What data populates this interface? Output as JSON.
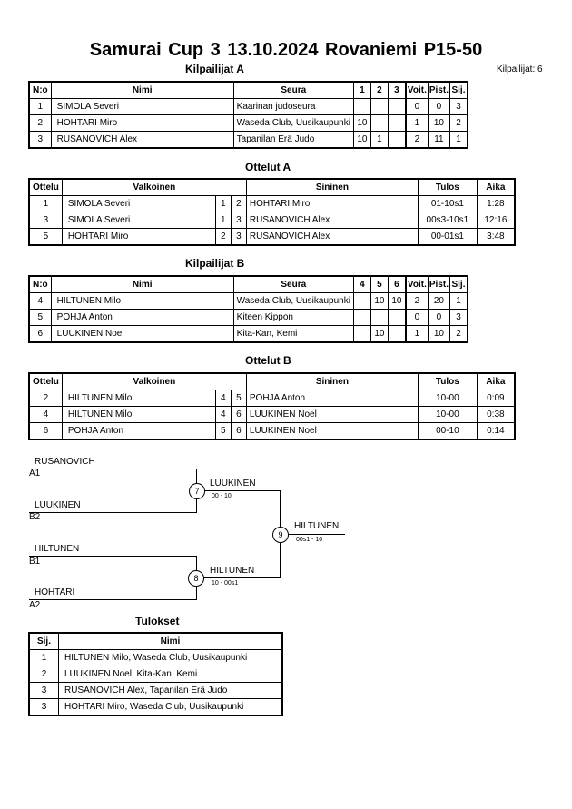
{
  "title": "Samurai Cup 3  13.10.2024  Rovaniemi   P15-50",
  "competitors_count": "Kilpailijat: 6",
  "pool_a": {
    "heading": "Kilpailijat A",
    "headers": {
      "no": "N:o",
      "name": "Nimi",
      "club": "Seura",
      "c1": "1",
      "c2": "2",
      "c3": "3",
      "wins": "Voit.",
      "points": "Pist.",
      "rank": "Sij."
    },
    "rows": [
      {
        "no": "1",
        "name": "SIMOLA Severi",
        "club": "Kaarinan judoseura",
        "s1": "",
        "s2": "",
        "s3": "",
        "wins": "0",
        "points": "0",
        "rank": "3"
      },
      {
        "no": "2",
        "name": "HOHTARI Miro",
        "club": "Waseda Club, Uusikaupunki",
        "s1": "10",
        "s2": "",
        "s3": "",
        "wins": "1",
        "points": "10",
        "rank": "2"
      },
      {
        "no": "3",
        "name": "RUSANOVICH Alex",
        "club": "Tapanilan Erä Judo",
        "s1": "10",
        "s2": "1",
        "s3": "",
        "wins": "2",
        "points": "11",
        "rank": "1"
      }
    ]
  },
  "matches_a": {
    "heading": "Ottelut A",
    "headers": {
      "match": "Ottelu",
      "white": "Valkoinen",
      "blue": "Sininen",
      "result": "Tulos",
      "time": "Aika"
    },
    "rows": [
      {
        "match": "1",
        "white": "SIMOLA Severi",
        "wn": "1",
        "bn": "2",
        "blue": "HOHTARI Miro",
        "result": "01-10s1",
        "time": "1:28"
      },
      {
        "match": "3",
        "white": "SIMOLA Severi",
        "wn": "1",
        "bn": "3",
        "blue": "RUSANOVICH Alex",
        "result": "00s3-10s1",
        "time": "12:16"
      },
      {
        "match": "5",
        "white": "HOHTARI Miro",
        "wn": "2",
        "bn": "3",
        "blue": "RUSANOVICH Alex",
        "result": "00-01s1",
        "time": "3:48"
      }
    ]
  },
  "pool_b": {
    "heading": "Kilpailijat B",
    "headers": {
      "no": "N:o",
      "name": "Nimi",
      "club": "Seura",
      "c1": "4",
      "c2": "5",
      "c3": "6",
      "wins": "Voit.",
      "points": "Pist.",
      "rank": "Sij."
    },
    "rows": [
      {
        "no": "4",
        "name": "HILTUNEN Milo",
        "club": "Waseda Club, Uusikaupunki",
        "s1": "",
        "s2": "10",
        "s3": "10",
        "wins": "2",
        "points": "20",
        "rank": "1"
      },
      {
        "no": "5",
        "name": "POHJA Anton",
        "club": "Kiteen Kippon",
        "s1": "",
        "s2": "",
        "s3": "",
        "wins": "0",
        "points": "0",
        "rank": "3"
      },
      {
        "no": "6",
        "name": "LUUKINEN Noel",
        "club": "Kita-Kan, Kemi",
        "s1": "",
        "s2": "10",
        "s3": "",
        "wins": "1",
        "points": "10",
        "rank": "2"
      }
    ]
  },
  "matches_b": {
    "heading": "Ottelut B",
    "headers": {
      "match": "Ottelu",
      "white": "Valkoinen",
      "blue": "Sininen",
      "result": "Tulos",
      "time": "Aika"
    },
    "rows": [
      {
        "match": "2",
        "white": "HILTUNEN Milo",
        "wn": "4",
        "bn": "5",
        "blue": "POHJA Anton",
        "result": "10-00",
        "time": "0:09"
      },
      {
        "match": "4",
        "white": "HILTUNEN Milo",
        "wn": "4",
        "bn": "6",
        "blue": "LUUKINEN Noel",
        "result": "10-00",
        "time": "0:38"
      },
      {
        "match": "6",
        "white": "POHJA Anton",
        "wn": "5",
        "bn": "6",
        "blue": "LUUKINEN Noel",
        "result": "00-10",
        "time": "0:14"
      }
    ]
  },
  "bracket": {
    "entry1": {
      "name": "RUSANOVICH",
      "seed": "A1"
    },
    "entry2": {
      "name": "LUUKINEN",
      "seed": "B2"
    },
    "entry3": {
      "name": "HILTUNEN",
      "seed": "B1"
    },
    "entry4": {
      "name": "HOHTARI",
      "seed": "A2"
    },
    "semi1": {
      "number": "7",
      "winner": "LUUKINEN",
      "score": "00 - 10"
    },
    "semi2": {
      "number": "8",
      "winner": "HILTUNEN",
      "score": "10 - 00s1"
    },
    "final": {
      "number": "9",
      "winner": "HILTUNEN",
      "score": "00s1 - 10"
    }
  },
  "results": {
    "heading": "Tulokset",
    "headers": {
      "rank": "Sij.",
      "name": "Nimi"
    },
    "rows": [
      {
        "rank": "1",
        "name": "HILTUNEN Milo, Waseda Club, Uusikaupunki"
      },
      {
        "rank": "2",
        "name": "LUUKINEN Noel, Kita-Kan, Kemi"
      },
      {
        "rank": "3",
        "name": "RUSANOVICH Alex, Tapanilan Erä Judo"
      },
      {
        "rank": "3",
        "name": "HOHTARI Miro, Waseda Club, Uusikaupunki"
      }
    ]
  }
}
